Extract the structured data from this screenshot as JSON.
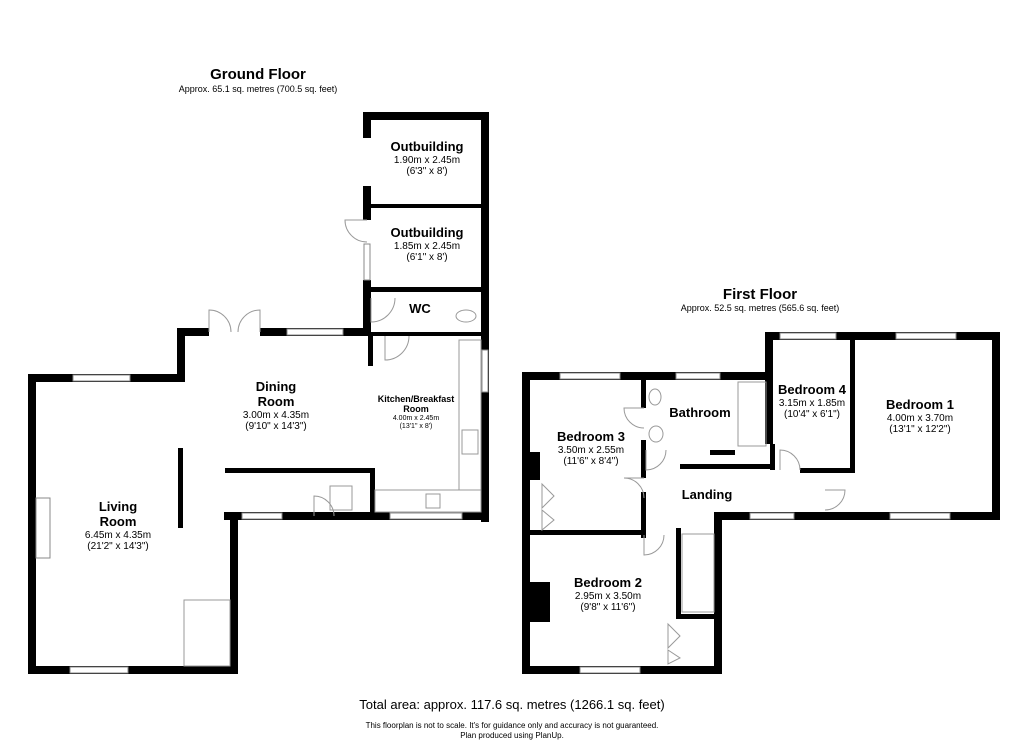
{
  "ground_floor": {
    "title": "Ground Floor",
    "area": "Approx. 65.1 sq. metres (700.5 sq. feet)",
    "rooms": {
      "outbuilding_1": {
        "name": "Outbuilding",
        "metric": "1.90m x 2.45m",
        "imperial": "(6'3\" x 8')"
      },
      "outbuilding_2": {
        "name": "Outbuilding",
        "metric": "1.85m x 2.45m",
        "imperial": "(6'1\" x 8')"
      },
      "wc": {
        "name": "WC"
      },
      "dining": {
        "name_line1": "Dining",
        "name_line2": "Room",
        "metric": "3.00m x 4.35m",
        "imperial": "(9'10\" x 14'3\")"
      },
      "kitchen": {
        "name_line1": "Kitchen/Breakfast",
        "name_line2": "Room",
        "metric": "4.00m x 2.45m",
        "imperial": "(13'1\" x 8')"
      },
      "living": {
        "name_line1": "Living",
        "name_line2": "Room",
        "metric": "6.45m x 4.35m",
        "imperial": "(21'2\" x 14'3\")"
      }
    }
  },
  "first_floor": {
    "title": "First Floor",
    "area": "Approx. 52.5 sq. metres (565.6 sq. feet)",
    "rooms": {
      "bedroom_4": {
        "name": "Bedroom 4",
        "metric": "3.15m x 1.85m",
        "imperial": "(10'4\" x 6'1\")"
      },
      "bedroom_1": {
        "name": "Bedroom 1",
        "metric": "4.00m x 3.70m",
        "imperial": "(13'1\" x 12'2\")"
      },
      "bathroom": {
        "name": "Bathroom"
      },
      "bedroom_3": {
        "name": "Bedroom 3",
        "metric": "3.50m x 2.55m",
        "imperial": "(11'6\" x 8'4\")"
      },
      "landing": {
        "name": "Landing"
      },
      "bedroom_2": {
        "name": "Bedroom 2",
        "metric": "2.95m x 3.50m",
        "imperial": "(9'8\" x 11'6\")"
      }
    }
  },
  "footer": {
    "total": "Total area: approx. 117.6 sq. metres (1266.1 sq. feet)",
    "disclaimer": "This floorplan is not to scale. It's for guidance only and accuracy is not guaranteed.",
    "credit": "Plan produced using PlanUp."
  },
  "colors": {
    "wall": "#000000",
    "window": "#ffffff",
    "fixture": "#888888"
  }
}
